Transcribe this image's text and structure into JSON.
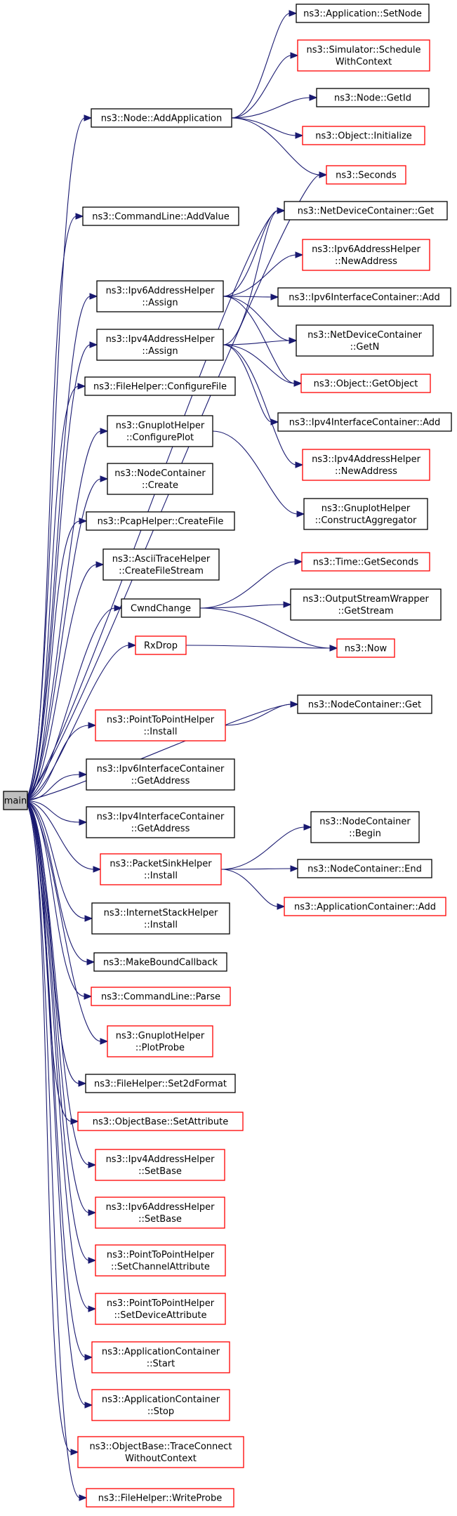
{
  "graph": {
    "root": "main",
    "nodes": [
      {
        "id": "main",
        "lines": [
          "main"
        ],
        "border": "root"
      },
      {
        "id": "app_setnode",
        "lines": [
          "ns3::Application::SetNode"
        ],
        "border": "black"
      },
      {
        "id": "sched",
        "lines": [
          "ns3::Simulator::Schedule",
          "WithContext"
        ],
        "border": "red"
      },
      {
        "id": "node_getid",
        "lines": [
          "ns3::Node::GetId"
        ],
        "border": "black"
      },
      {
        "id": "obj_init",
        "lines": [
          "ns3::Object::Initialize"
        ],
        "border": "red"
      },
      {
        "id": "seconds",
        "lines": [
          "ns3::Seconds"
        ],
        "border": "red"
      },
      {
        "id": "node_addapp",
        "lines": [
          "ns3::Node::AddApplication"
        ],
        "border": "black"
      },
      {
        "id": "cmd_addvalue",
        "lines": [
          "ns3::CommandLine::AddValue"
        ],
        "border": "black"
      },
      {
        "id": "ndc_get",
        "lines": [
          "ns3::NetDeviceContainer::Get"
        ],
        "border": "black"
      },
      {
        "id": "ipv6_newaddr",
        "lines": [
          "ns3::Ipv6AddressHelper",
          "::NewAddress"
        ],
        "border": "red"
      },
      {
        "id": "ipv6_assign",
        "lines": [
          "ns3::Ipv6AddressHelper",
          "::Assign"
        ],
        "border": "black"
      },
      {
        "id": "ipv6ic_add",
        "lines": [
          "ns3::Ipv6InterfaceContainer::Add"
        ],
        "border": "black"
      },
      {
        "id": "ipv4_assign",
        "lines": [
          "ns3::Ipv4AddressHelper",
          "::Assign"
        ],
        "border": "black"
      },
      {
        "id": "ndc_getn",
        "lines": [
          "ns3::NetDeviceContainer",
          "::GetN"
        ],
        "border": "black"
      },
      {
        "id": "obj_getobject",
        "lines": [
          "ns3::Object::GetObject"
        ],
        "border": "red"
      },
      {
        "id": "fh_configfile",
        "lines": [
          "ns3::FileHelper::ConfigureFile"
        ],
        "border": "black"
      },
      {
        "id": "ipv4ic_add",
        "lines": [
          "ns3::Ipv4InterfaceContainer::Add"
        ],
        "border": "black"
      },
      {
        "id": "gp_configplot",
        "lines": [
          "ns3::GnuplotHelper",
          "::ConfigurePlot"
        ],
        "border": "black"
      },
      {
        "id": "ipv4_newaddr",
        "lines": [
          "ns3::Ipv4AddressHelper",
          "::NewAddress"
        ],
        "border": "red"
      },
      {
        "id": "nc_create",
        "lines": [
          "ns3::NodeContainer",
          "::Create"
        ],
        "border": "black"
      },
      {
        "id": "gp_construct",
        "lines": [
          "ns3::GnuplotHelper",
          "::ConstructAggregator"
        ],
        "border": "black"
      },
      {
        "id": "pcap_createfile",
        "lines": [
          "ns3::PcapHelper::CreateFile"
        ],
        "border": "black"
      },
      {
        "id": "ascii_createstream",
        "lines": [
          "ns3::AsciiTraceHelper",
          "::CreateFileStream"
        ],
        "border": "black"
      },
      {
        "id": "time_getseconds",
        "lines": [
          "ns3::Time::GetSeconds"
        ],
        "border": "red"
      },
      {
        "id": "cwndchange",
        "lines": [
          "CwndChange"
        ],
        "border": "black"
      },
      {
        "id": "osw_getstream",
        "lines": [
          "ns3::OutputStreamWrapper",
          "::GetStream"
        ],
        "border": "black"
      },
      {
        "id": "rxdrop",
        "lines": [
          "RxDrop"
        ],
        "border": "red"
      },
      {
        "id": "now",
        "lines": [
          "ns3::Now"
        ],
        "border": "red"
      },
      {
        "id": "nc_get",
        "lines": [
          "ns3::NodeContainer::Get"
        ],
        "border": "black"
      },
      {
        "id": "p2p_install",
        "lines": [
          "ns3::PointToPointHelper",
          "::Install"
        ],
        "border": "red"
      },
      {
        "id": "ipv6ic_getaddr",
        "lines": [
          "ns3::Ipv6InterfaceContainer",
          "::GetAddress"
        ],
        "border": "black"
      },
      {
        "id": "ipv4ic_getaddr",
        "lines": [
          "ns3::Ipv4InterfaceContainer",
          "::GetAddress"
        ],
        "border": "black"
      },
      {
        "id": "nc_begin",
        "lines": [
          "ns3::NodeContainer",
          "::Begin"
        ],
        "border": "black"
      },
      {
        "id": "psh_install",
        "lines": [
          "ns3::PacketSinkHelper",
          "::Install"
        ],
        "border": "red"
      },
      {
        "id": "nc_end",
        "lines": [
          "ns3::NodeContainer::End"
        ],
        "border": "black"
      },
      {
        "id": "appc_add",
        "lines": [
          "ns3::ApplicationContainer::Add"
        ],
        "border": "red"
      },
      {
        "id": "ish_install",
        "lines": [
          "ns3::InternetStackHelper",
          "::Install"
        ],
        "border": "black"
      },
      {
        "id": "makebound",
        "lines": [
          "ns3::MakeBoundCallback"
        ],
        "border": "black"
      },
      {
        "id": "cmd_parse",
        "lines": [
          "ns3::CommandLine::Parse"
        ],
        "border": "red"
      },
      {
        "id": "gp_plotprobe",
        "lines": [
          "ns3::GnuplotHelper",
          "::PlotProbe"
        ],
        "border": "red"
      },
      {
        "id": "fh_set2d",
        "lines": [
          "ns3::FileHelper::Set2dFormat"
        ],
        "border": "black"
      },
      {
        "id": "ob_setattr",
        "lines": [
          "ns3::ObjectBase::SetAttribute"
        ],
        "border": "red"
      },
      {
        "id": "ipv4_setbase",
        "lines": [
          "ns3::Ipv4AddressHelper",
          "::SetBase"
        ],
        "border": "red"
      },
      {
        "id": "ipv6_setbase",
        "lines": [
          "ns3::Ipv6AddressHelper",
          "::SetBase"
        ],
        "border": "red"
      },
      {
        "id": "p2p_setchan",
        "lines": [
          "ns3::PointToPointHelper",
          "::SetChannelAttribute"
        ],
        "border": "red"
      },
      {
        "id": "p2p_setdev",
        "lines": [
          "ns3::PointToPointHelper",
          "::SetDeviceAttribute"
        ],
        "border": "red"
      },
      {
        "id": "appc_start",
        "lines": [
          "ns3::ApplicationContainer",
          "::Start"
        ],
        "border": "red"
      },
      {
        "id": "appc_stop",
        "lines": [
          "ns3::ApplicationContainer",
          "::Stop"
        ],
        "border": "red"
      },
      {
        "id": "ob_traceconnect",
        "lines": [
          "ns3::ObjectBase::TraceConnect",
          "WithoutContext"
        ],
        "border": "red"
      },
      {
        "id": "fh_writeprobe",
        "lines": [
          "ns3::FileHelper::WriteProbe"
        ],
        "border": "red"
      }
    ],
    "edges": [
      [
        "main",
        "node_addapp"
      ],
      [
        "main",
        "seconds"
      ],
      [
        "main",
        "cmd_addvalue"
      ],
      [
        "main",
        "ndc_get"
      ],
      [
        "main",
        "ipv6_assign"
      ],
      [
        "main",
        "ipv4_assign"
      ],
      [
        "main",
        "fh_configfile"
      ],
      [
        "main",
        "gp_configplot"
      ],
      [
        "main",
        "nc_create"
      ],
      [
        "main",
        "pcap_createfile"
      ],
      [
        "main",
        "ascii_createstream"
      ],
      [
        "main",
        "cwndchange"
      ],
      [
        "main",
        "rxdrop"
      ],
      [
        "main",
        "nc_get"
      ],
      [
        "main",
        "p2p_install"
      ],
      [
        "main",
        "ipv6ic_getaddr"
      ],
      [
        "main",
        "ipv4ic_getaddr"
      ],
      [
        "main",
        "psh_install"
      ],
      [
        "main",
        "ish_install"
      ],
      [
        "main",
        "makebound"
      ],
      [
        "main",
        "cmd_parse"
      ],
      [
        "main",
        "gp_plotprobe"
      ],
      [
        "main",
        "fh_set2d"
      ],
      [
        "main",
        "ob_setattr"
      ],
      [
        "main",
        "ipv4_setbase"
      ],
      [
        "main",
        "ipv6_setbase"
      ],
      [
        "main",
        "p2p_setchan"
      ],
      [
        "main",
        "p2p_setdev"
      ],
      [
        "main",
        "appc_start"
      ],
      [
        "main",
        "appc_stop"
      ],
      [
        "main",
        "ob_traceconnect"
      ],
      [
        "main",
        "fh_writeprobe"
      ],
      [
        "node_addapp",
        "app_setnode"
      ],
      [
        "node_addapp",
        "sched"
      ],
      [
        "node_addapp",
        "node_getid"
      ],
      [
        "node_addapp",
        "obj_init"
      ],
      [
        "node_addapp",
        "seconds"
      ],
      [
        "ipv6_assign",
        "ndc_get"
      ],
      [
        "ipv6_assign",
        "ipv6_newaddr"
      ],
      [
        "ipv6_assign",
        "ipv6ic_add"
      ],
      [
        "ipv6_assign",
        "ndc_getn"
      ],
      [
        "ipv6_assign",
        "obj_getobject"
      ],
      [
        "ipv4_assign",
        "ndc_get"
      ],
      [
        "ipv4_assign",
        "ndc_getn"
      ],
      [
        "ipv4_assign",
        "obj_getobject"
      ],
      [
        "ipv4_assign",
        "ipv4ic_add"
      ],
      [
        "ipv4_assign",
        "ipv4_newaddr"
      ],
      [
        "gp_configplot",
        "gp_construct"
      ],
      [
        "cwndchange",
        "time_getseconds"
      ],
      [
        "cwndchange",
        "osw_getstream"
      ],
      [
        "cwndchange",
        "now"
      ],
      [
        "rxdrop",
        "now"
      ],
      [
        "p2p_install",
        "nc_get"
      ],
      [
        "psh_install",
        "nc_begin"
      ],
      [
        "psh_install",
        "nc_end"
      ],
      [
        "psh_install",
        "appc_add"
      ]
    ]
  }
}
